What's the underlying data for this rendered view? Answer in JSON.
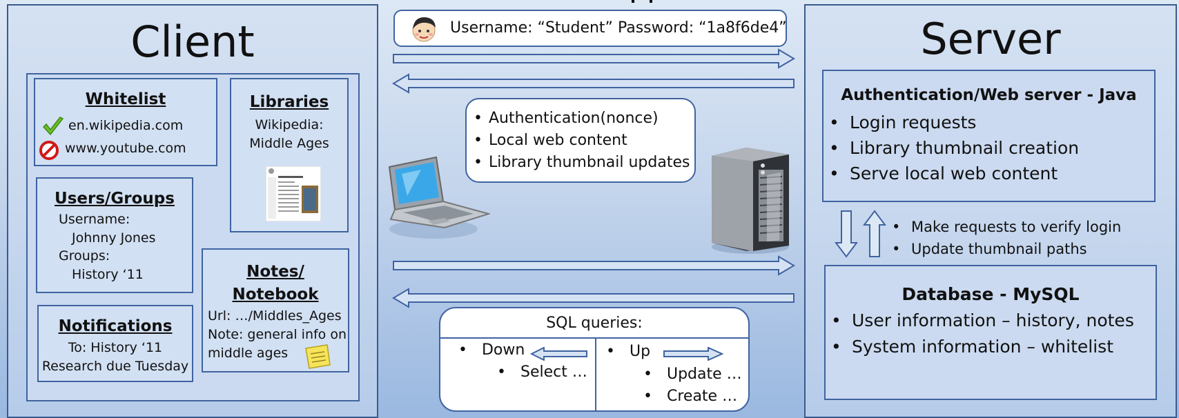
{
  "client": {
    "title": "Client",
    "whitelist": {
      "heading": "Whitelist",
      "allowed": "en.wikipedia.com",
      "blocked": "www.youtube.com"
    },
    "libraries": {
      "heading": "Libraries",
      "line1": "Wikipedia:",
      "line2": "Middle Ages"
    },
    "users_groups": {
      "heading": "Users/Groups",
      "l1": "Username:",
      "l2": "Johnny Jones",
      "l3": "Groups:",
      "l4": "History ‘11"
    },
    "notes": {
      "heading1": "Notes/",
      "heading2": "Notebook",
      "l1": "Url: …/Middles_Ages",
      "l2": "Note: general info on",
      "l3": "middle ages"
    },
    "notifications": {
      "heading": "Notifications",
      "l1": "To: History ‘11",
      "l2": "Research due Tuesday"
    }
  },
  "login_bubble": "Username: “Student” Password: “1a8f6de4”",
  "middle_list": [
    "Authentication(nonce)",
    "Local web content",
    "Library thumbnail updates"
  ],
  "sql": {
    "title": "SQL queries:",
    "down_label": "Down",
    "down_items": [
      "Select …"
    ],
    "up_label": "Up",
    "up_items": [
      "Update …",
      "Create …"
    ]
  },
  "server": {
    "title": "Server",
    "auth": {
      "heading": "Authentication/Web server - Java",
      "items": [
        "Login requests",
        "Library thumbnail  creation",
        "Serve local web content"
      ]
    },
    "between": [
      "Make requests to verify login",
      "Update thumbnail paths"
    ],
    "db": {
      "heading": "Database - MySQL",
      "items": [
        "User information – history, notes",
        "System information – whitelist"
      ]
    }
  },
  "colors": {
    "border": "#3f63a0",
    "background_top": "#dde8f5",
    "background_bottom": "#9ab8e0"
  },
  "icons": [
    "user-face-icon",
    "checkmark-icon",
    "no-entry-icon",
    "laptop-icon",
    "server-tower-icon",
    "sticky-note-icon",
    "page-thumbnail-icon"
  ]
}
